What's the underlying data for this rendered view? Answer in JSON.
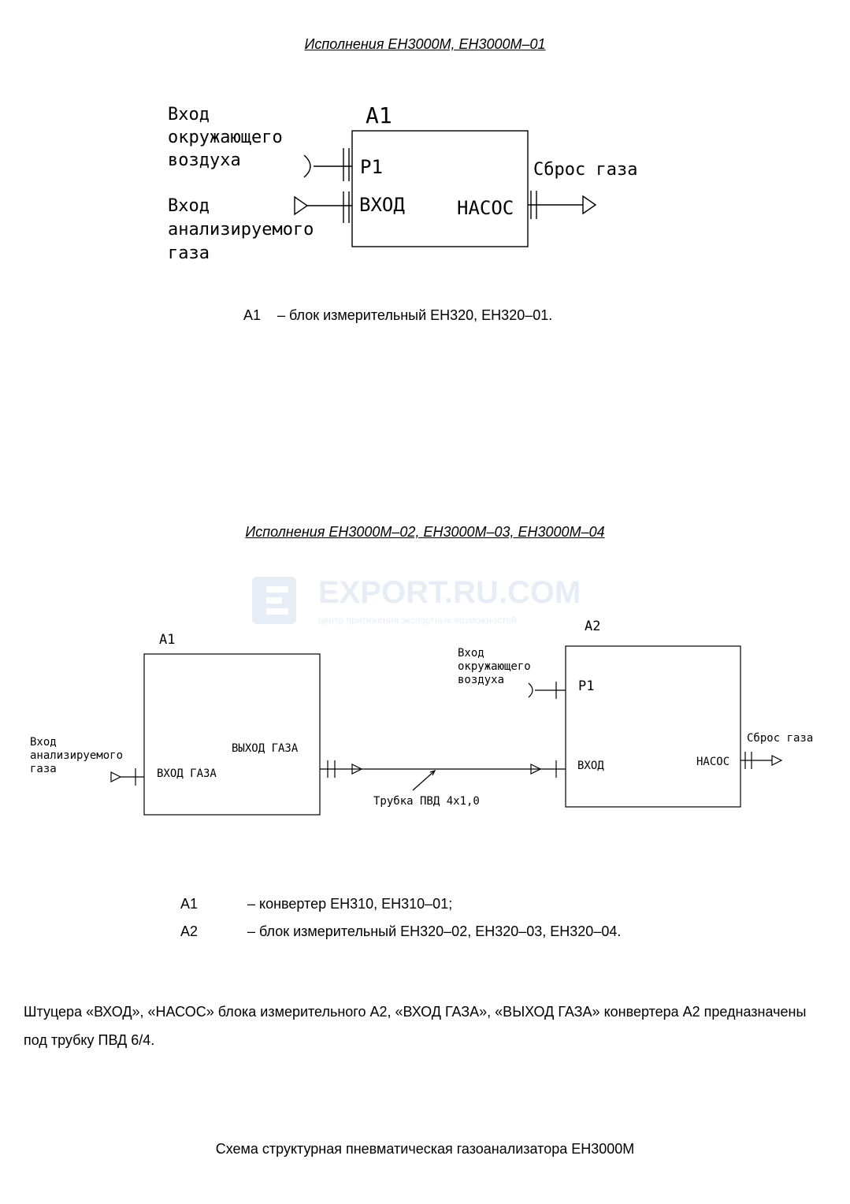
{
  "section1": {
    "heading": "Исполнения ЕН3000М, ЕН3000М–01",
    "diagram": {
      "block_label": "А1",
      "port_p1": "Р1",
      "port_inlet": "ВХОД",
      "port_pump": "НАСОС",
      "air_inlet_lines": [
        "Вход",
        "окружающего",
        "воздуха"
      ],
      "gas_inlet_lines": [
        "Вход",
        "анализируемого",
        "газа"
      ],
      "gas_outlet": "Сброс газа"
    },
    "legend": [
      {
        "code": "А1",
        "text": "– блок измерительный ЕН320, ЕН320–01."
      }
    ]
  },
  "section2": {
    "heading": "Исполнения ЕН3000М–02, ЕН3000М–03, ЕН3000М–04",
    "diagram": {
      "block1_label": "А1",
      "block2_label": "А2",
      "block1_port_in": "ВХОД ГАЗА",
      "block1_port_out": "ВЫХОД ГАЗА",
      "block2_port_p1": "Р1",
      "block2_port_inlet": "ВХОД",
      "block2_port_pump": "НАСОС",
      "air_inlet_lines": [
        "Вход",
        "окружающего",
        "воздуха"
      ],
      "gas_inlet_lines": [
        "Вход",
        "анализируемого",
        "газа"
      ],
      "gas_outlet": "Сброс газа",
      "tube_label": "Трубка ПВД 4х1,0"
    },
    "legend": [
      {
        "code": "А1",
        "text": "– конвертер ЕН310, ЕН310–01;"
      },
      {
        "code": "А2",
        "text": "– блок измерительный ЕН320–02, ЕН320–03, ЕН320–04."
      }
    ]
  },
  "watermark": {
    "title": "EXPORT.RU.COM",
    "subtitle": "центр притяжения экспортных возможностей"
  },
  "note": "Штуцера «ВХОД», «НАСОС» блока измерительного А2,  «ВХОД ГАЗА», «ВЫХОД ГАЗА» конвертера А2 предназначены под трубку ПВД 6/4.",
  "caption": "Схема структурная пневматическая газоанализатора ЕН3000М"
}
